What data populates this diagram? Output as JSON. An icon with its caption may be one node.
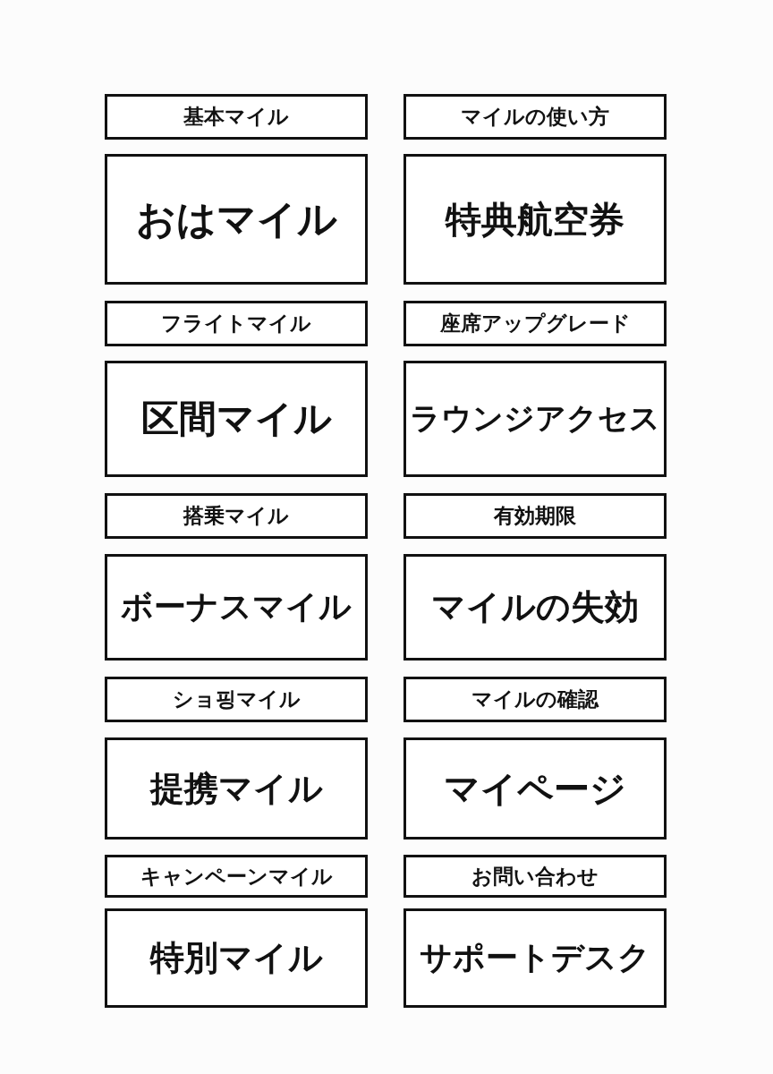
{
  "diagram": {
    "nodes": [
      {
        "text": [
          "基本マイル"
        ]
      },
      {
        "text": [
          "マイルの使い方"
        ]
      },
      {
        "text": [
          "おはマイル"
        ]
      },
      {
        "text": [
          "特典航空券"
        ]
      },
      {
        "text": [
          "フライトマイル"
        ]
      },
      {
        "text": [
          "座席アップグレード"
        ]
      },
      {
        "text": [
          "区間マイル"
        ]
      },
      {
        "text": [
          "ラウンジアクセス"
        ]
      },
      {
        "text": [
          "搭乗マイル"
        ]
      },
      {
        "text": [
          "有効期限"
        ]
      },
      {
        "text": [
          "ボーナスマイル"
        ]
      },
      {
        "text": [
          "マイルの失効"
        ]
      },
      {
        "text": [
          "ショ핑マイル"
        ]
      },
      {
        "text": [
          "マイルの確認"
        ]
      },
      {
        "text": [
          "提携マイル"
        ]
      },
      {
        "text": [
          "マイページ"
        ]
      },
      {
        "text": [
          "キャンペーンマイル"
        ]
      },
      {
        "text": [
          "お問い合わせ"
        ]
      },
      {
        "text": [
          "特別マイル"
        ]
      },
      {
        "text": [
          "サポートデスク"
        ]
      }
    ]
  }
}
